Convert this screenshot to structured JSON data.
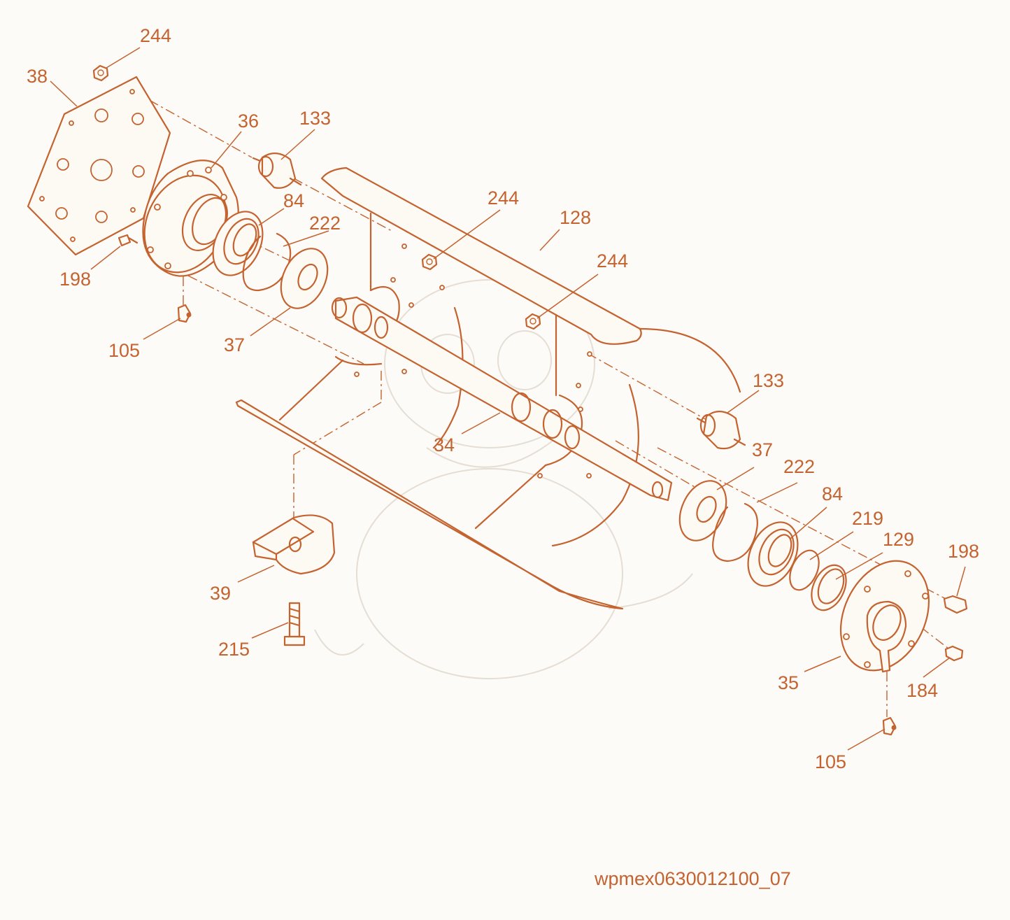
{
  "drawing_code": "wpmex0630012100_07",
  "labels": {
    "l244a": "244",
    "l38": "38",
    "l36": "36",
    "l133a": "133",
    "l84a": "84",
    "l222a": "222",
    "l198a": "198",
    "l105a": "105",
    "l37a": "37",
    "l244b": "244",
    "l128": "128",
    "l244c": "244",
    "l34": "34",
    "l133b": "133",
    "l37b": "37",
    "l222b": "222",
    "l84b": "84",
    "l219": "219",
    "l129": "129",
    "l198b": "198",
    "l39": "39",
    "l215": "215",
    "l35": "35",
    "l184": "184",
    "l105b": "105"
  },
  "colors": {
    "line": "#c4632f",
    "background": "#fcfbf8",
    "watermark": "#e6ddd3"
  }
}
